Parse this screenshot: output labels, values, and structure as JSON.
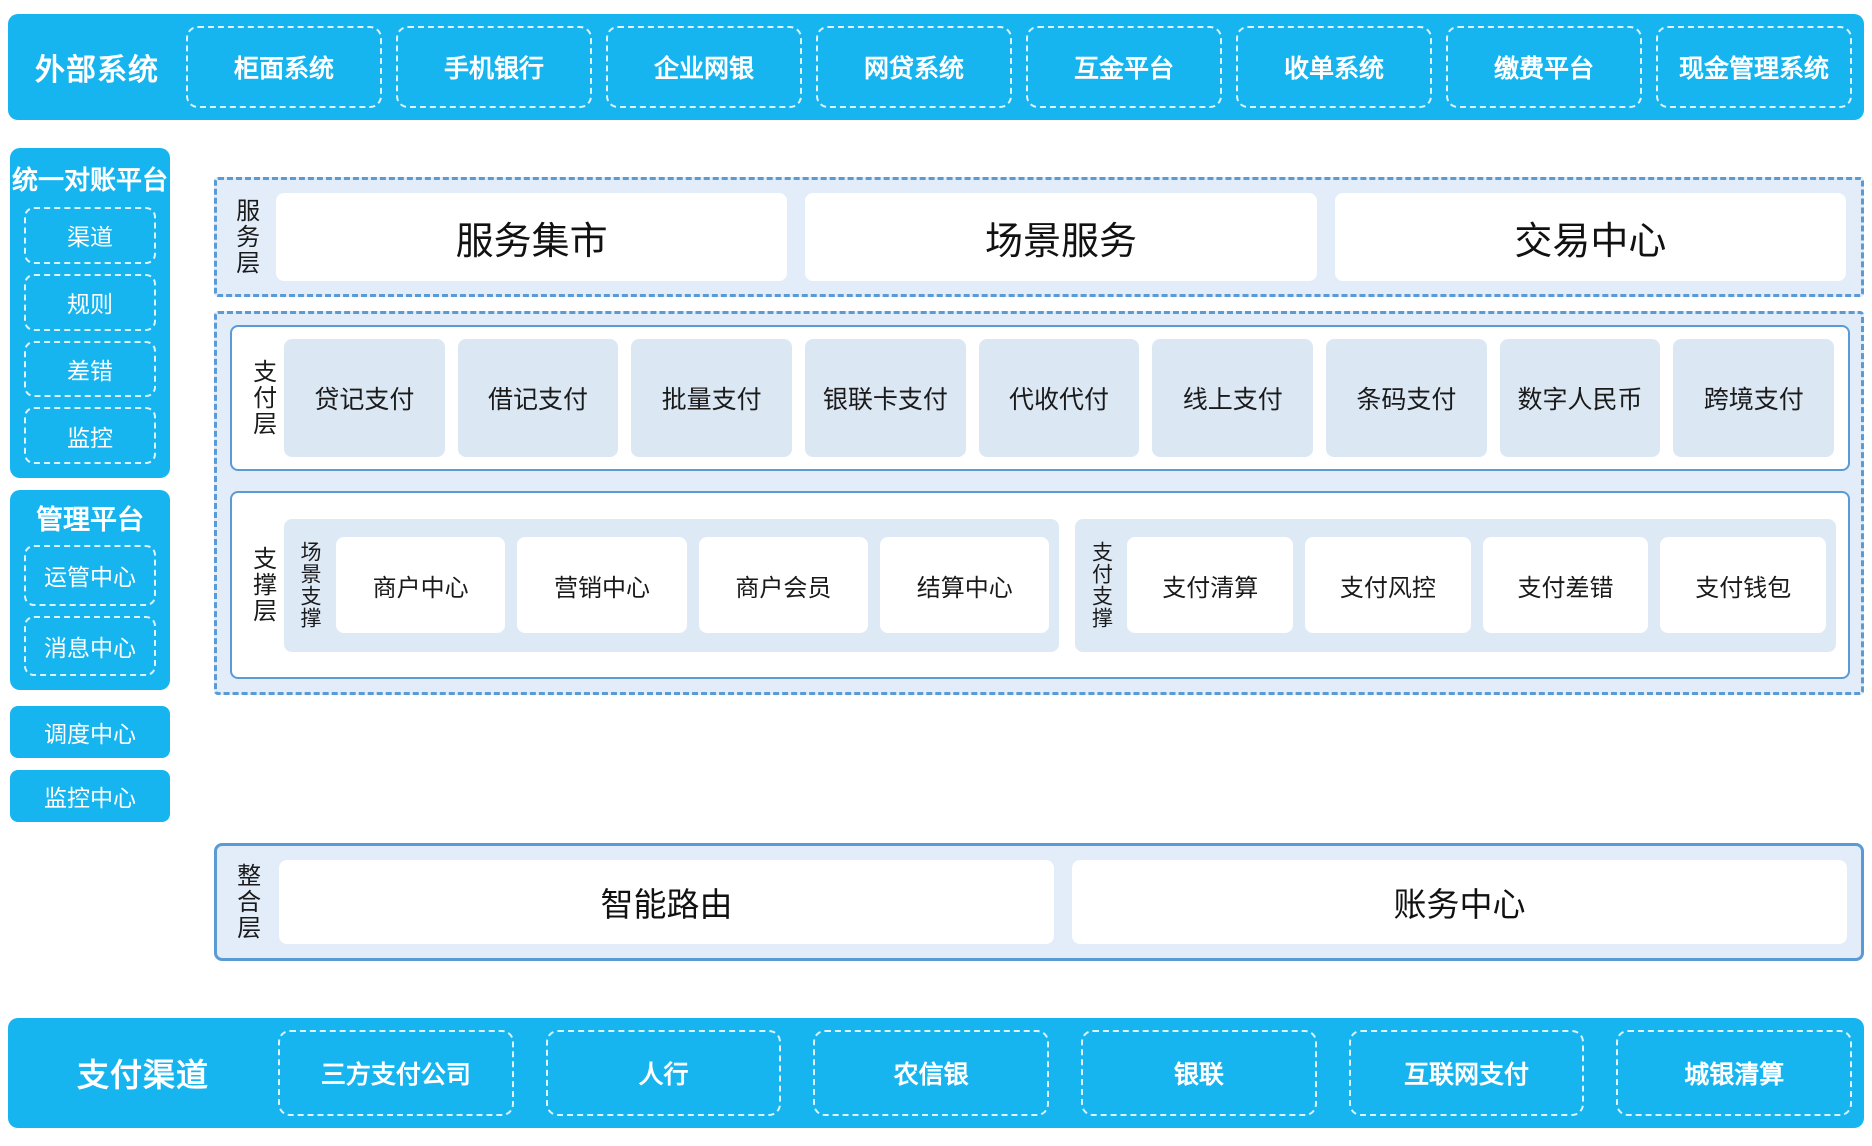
{
  "external_systems": {
    "title": "外部系统",
    "items": [
      "柜面系统",
      "手机银行",
      "企业网银",
      "网贷系统",
      "互金平台",
      "收单系统",
      "缴费平台",
      "现金管理系统"
    ]
  },
  "reconciliation_platform": {
    "title": "统一对账平台",
    "items": [
      "渠道",
      "规则",
      "差错",
      "监控"
    ]
  },
  "management_platform": {
    "title": "管理平台",
    "items": [
      "运管中心",
      "消息中心"
    ]
  },
  "standalone": [
    {
      "label": "调度中心"
    },
    {
      "label": "监控中心"
    }
  ],
  "service_layer": {
    "label": "服务层",
    "cards": [
      "服务集市",
      "场景服务",
      "交易中心"
    ]
  },
  "payment_layer": {
    "label": "支付层",
    "cards": [
      "贷记支付",
      "借记支付",
      "批量支付",
      "银联卡支付",
      "代收代付",
      "线上支付",
      "条码支付",
      "数字人民币",
      "跨境支付"
    ]
  },
  "support_layer": {
    "label": "支撑层",
    "groups": [
      {
        "label": "场景支撑",
        "cards": [
          "商户中心",
          "营销中心",
          "商户会员",
          "结算中心"
        ]
      },
      {
        "label": "支付支撑",
        "cards": [
          "支付清算",
          "支付风控",
          "支付差错",
          "支付钱包"
        ]
      }
    ]
  },
  "integration_layer": {
    "label": "整合层",
    "cards": [
      "智能路由",
      "账务中心"
    ]
  },
  "payment_channels": {
    "title": "支付渠道",
    "items": [
      "三方支付公司",
      "人行",
      "农信银",
      "银联",
      "互联网支付",
      "城银清算"
    ]
  },
  "colors": {
    "brand_blue": "#16b5f0",
    "panel_border": "#5b9bd5",
    "panel_fill": "#e3edf9",
    "card_fill": "#dce7f4",
    "white": "#ffffff"
  }
}
